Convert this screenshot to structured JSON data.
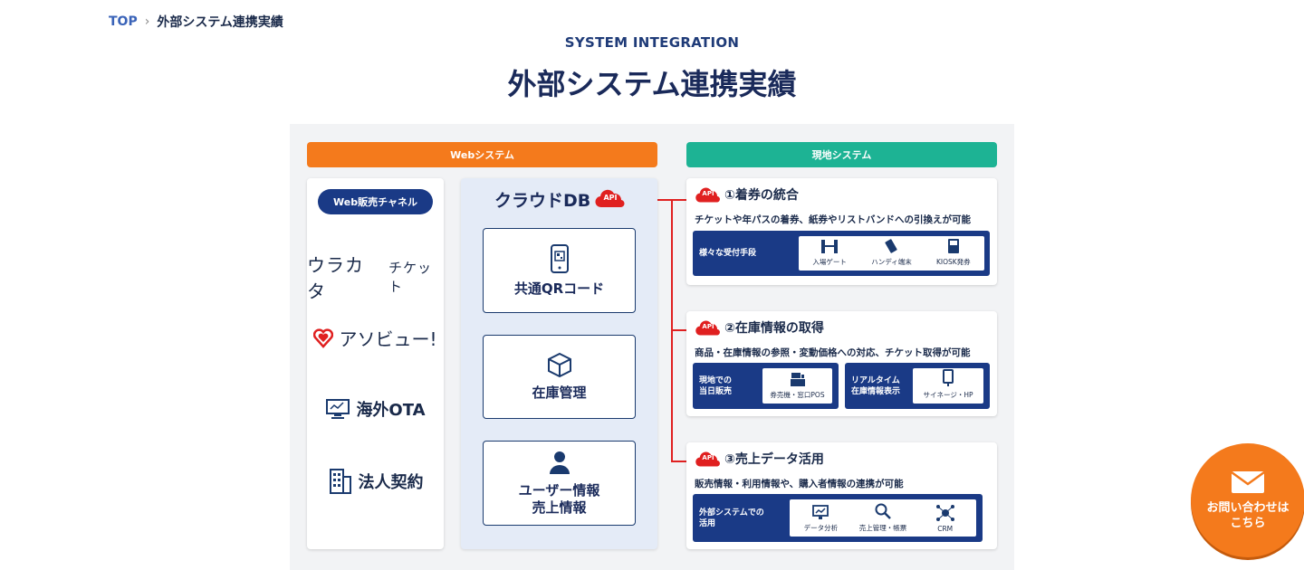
{
  "breadcrumb": {
    "top": "TOP",
    "current": "外部システム連携実績"
  },
  "header": {
    "eyebrow": "SYSTEM INTEGRATION",
    "title": "外部システム連携実績"
  },
  "bands": {
    "web": "Webシステム",
    "local": "現地システム"
  },
  "channels": {
    "pill": "Web販売チャネル",
    "urakata": "ウラカタ",
    "urakata_suffix": "チケット",
    "asoview": "アソビュー!",
    "ota": "海外OTA",
    "corporate": "法人契約"
  },
  "cloud": {
    "title": "クラウドDB",
    "api": "API",
    "boxes": [
      {
        "label": "共通QRコード"
      },
      {
        "label": "在庫管理"
      },
      {
        "label_line1": "ユーザー情報",
        "label_line2": "売上情報"
      }
    ]
  },
  "panels": [
    {
      "api": "API",
      "title": "①着券の統合",
      "desc": "チケットや年パスの着券、紙券やリストバンドへの引換えが可能",
      "box_label": "様々な受付手段",
      "items": [
        "入場ゲート",
        "ハンディ端末",
        "KIOSK発券"
      ]
    },
    {
      "api": "API",
      "title": "②在庫情報の取得",
      "desc": "商品・在庫情報の参照・変動価格への対応、チケット取得が可能",
      "boxes": [
        {
          "label_line1": "現地での",
          "label_line2": "当日販売",
          "item": "券売機・窓口POS"
        },
        {
          "label_line1": "リアルタイム",
          "label_line2": "在庫情報表示",
          "item": "サイネージ・HP"
        }
      ]
    },
    {
      "api": "API",
      "title": "③売上データ活用",
      "desc": "販売情報・利用情報や、購入者情報の連携が可能",
      "box_label_line1": "外部システムでの",
      "box_label_line2": "活用",
      "items": [
        "データ分析",
        "売上管理・帳票",
        "CRM"
      ]
    }
  ],
  "contact": {
    "line1": "お問い合わせは",
    "line2": "こちら"
  },
  "colors": {
    "orange": "#f47a1c",
    "teal": "#1db394",
    "navy": "#1a3a86",
    "red": "#e02020"
  }
}
